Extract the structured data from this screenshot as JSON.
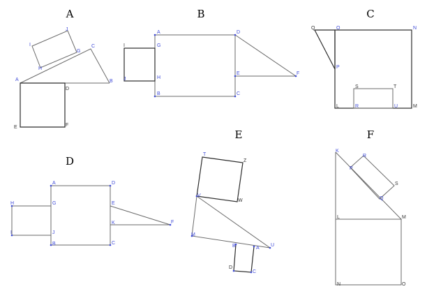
{
  "panels": {
    "A": {
      "title": "A",
      "labels": {
        "I": "I",
        "J": "J",
        "H": "H",
        "G": "G",
        "C": "C",
        "A": "A",
        "B": "B",
        "D": "D",
        "E": "E",
        "F": "F"
      }
    },
    "B": {
      "title": "B",
      "labels": {
        "A": "A",
        "D": "D",
        "I": "I",
        "G": "G",
        "H": "H",
        "J": "J",
        "E": "E",
        "F": "F",
        "B": "B",
        "C": "C"
      }
    },
    "C": {
      "title": "C",
      "labels": {
        "Q": "Q",
        "O": "O",
        "N": "N",
        "P": "P",
        "S": "S",
        "T": "T",
        "L": "L",
        "R": "R",
        "U": "U",
        "M": "M"
      }
    },
    "D": {
      "title": "D",
      "labels": {
        "A": "A",
        "D": "D",
        "H": "H",
        "G": "G",
        "E": "E",
        "K": "K",
        "F": "F",
        "I": "I",
        "J": "J",
        "B": "B",
        "C": "C"
      }
    },
    "E": {
      "title": "E",
      "labels": {
        "T": "T",
        "Z": "Z",
        "V": "V",
        "W": "W",
        "M": "M",
        "B": "B",
        "A": "A",
        "U": "U",
        "D": "D",
        "C": "C"
      }
    },
    "F": {
      "title": "F",
      "labels": {
        "K": "K",
        "R": "R",
        "P": "P",
        "S": "S",
        "Q": "Q",
        "L": "L",
        "M": "M",
        "N": "N",
        "O": "O"
      }
    }
  },
  "colors": {
    "label": "#3f4bd8",
    "line": "#6a6a6a",
    "line_dark": "#2b2b2b"
  }
}
